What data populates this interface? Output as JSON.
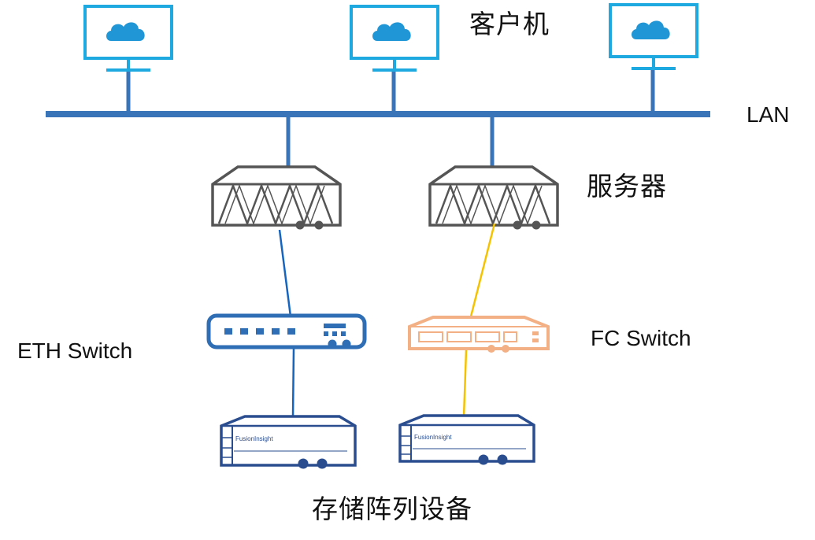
{
  "labels": {
    "clients": "客户机",
    "lan": "LAN",
    "servers": "服务器",
    "eth_switch": "ETH Switch",
    "fc_switch": "FC Switch",
    "storage": "存储阵列设备"
  },
  "storage_units": [
    {
      "brand": "FusionInsight"
    },
    {
      "brand": "FusionInsight"
    }
  ],
  "colors": {
    "lan_bus": "#3a74b8",
    "monitor": "#1ea9e1",
    "cloud": "#2196d6",
    "server_outline": "#555555",
    "eth_link": "#1565c0",
    "fc_link": "#f5c200",
    "eth_switch": "#2f6eb5",
    "fc_switch": "#f2b084",
    "storage": "#2a4d8f"
  }
}
